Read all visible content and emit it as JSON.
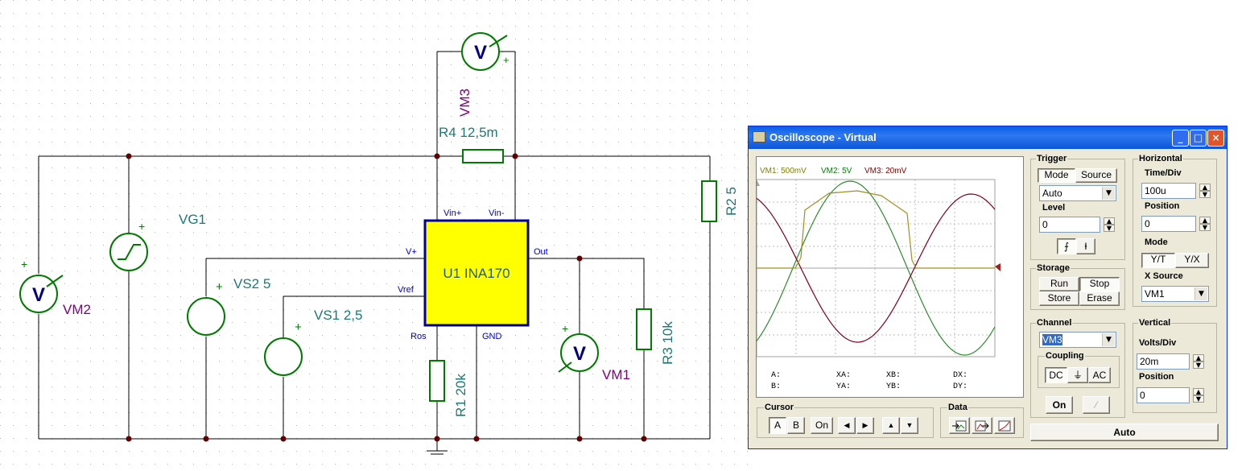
{
  "schematic": {
    "labels": {
      "vm3": "VM3",
      "r4": "R4 12,5m",
      "r2": "R2 5",
      "vg1": "VG1",
      "vs2": "VS2 5",
      "vs1": "VS1 2,5",
      "vm2": "VM2",
      "u1": "U1 INA170",
      "r1": "R1 20k",
      "r3": "R3 10k",
      "vm1": "VM1"
    },
    "pins": {
      "vin_plus": "Vin+",
      "vin_minus": "Vin-",
      "v_plus": "V+",
      "vref": "Vref",
      "out": "Out",
      "ros": "Ros",
      "gnd": "GND"
    },
    "meter_symbol": "V",
    "plus_sign": "+"
  },
  "colors": {
    "wire": "#000000",
    "component": "#007a00",
    "label_teal": "#1e7878",
    "label_purple": "#800080",
    "pin_blue": "#0000cc",
    "ic_fill": "#ffff00",
    "ic_border": "#00009c"
  },
  "scope": {
    "title": "Oscilloscope - Virtual",
    "legend": [
      {
        "text": "VM1: 500mV",
        "color": "#808000"
      },
      {
        "text": "VM2: 5V",
        "color": "#008000"
      },
      {
        "text": "VM3: 20mV",
        "color": "#800000"
      }
    ],
    "readout": {
      "a": "A:",
      "b": "B:",
      "xa": "XA:",
      "ya": "YA:",
      "xb": "XB:",
      "yb": "YB:",
      "dx": "DX:",
      "dy": "DY:"
    },
    "trigger": {
      "title": "Trigger",
      "mode": "Mode",
      "source": "Source",
      "mode_value": "Auto",
      "level_label": "Level",
      "level_value": "0"
    },
    "horizontal": {
      "title": "Horizontal",
      "time_div_label": "Time/Div",
      "time_div_value": "100u",
      "position_label": "Position",
      "position_value": "0",
      "mode_label": "Mode",
      "yt": "Y/T",
      "yx": "Y/X",
      "xsource_label": "X Source",
      "xsource_value": "VM1"
    },
    "storage": {
      "title": "Storage",
      "run": "Run",
      "stop": "Stop",
      "store": "Store",
      "erase": "Erase"
    },
    "channel": {
      "title": "Channel",
      "value": "VM3",
      "coupling_title": "Coupling",
      "dc": "DC",
      "gnd_sym": "⏚",
      "ac": "AC",
      "on": "On"
    },
    "vertical": {
      "title": "Vertical",
      "volts_div_label": "Volts/Div",
      "volts_div_value": "20m",
      "position_label": "Position",
      "position_value": "0"
    },
    "cursor": {
      "title": "Cursor",
      "a": "A",
      "b": "B",
      "on": "On",
      "left": "◀",
      "right": "▶",
      "up": "▲",
      "down": "▼"
    },
    "data": {
      "title": "Data"
    },
    "auto": "Auto"
  }
}
